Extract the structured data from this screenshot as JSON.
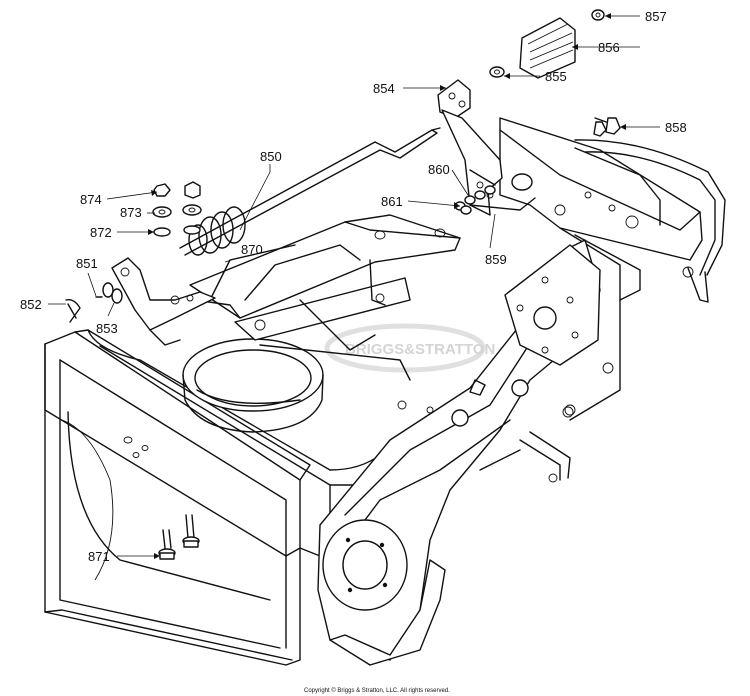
{
  "callouts": [
    {
      "id": "c857",
      "text": "857"
    },
    {
      "id": "c856",
      "text": "856"
    },
    {
      "id": "c855",
      "text": "855"
    },
    {
      "id": "c854",
      "text": "854"
    },
    {
      "id": "c858",
      "text": "858"
    },
    {
      "id": "c850",
      "text": "850"
    },
    {
      "id": "c860",
      "text": "860"
    },
    {
      "id": "c861",
      "text": "861"
    },
    {
      "id": "c874",
      "text": "874"
    },
    {
      "id": "c873",
      "text": "873"
    },
    {
      "id": "c872",
      "text": "872"
    },
    {
      "id": "c870",
      "text": "870"
    },
    {
      "id": "c859",
      "text": "859"
    },
    {
      "id": "c851",
      "text": "851"
    },
    {
      "id": "c852",
      "text": "852"
    },
    {
      "id": "c853",
      "text": "853"
    },
    {
      "id": "c871",
      "text": "871"
    }
  ],
  "watermark": "BRIGGS&STRATTON",
  "copyright": "Copyright © Briggs & Stratton, LLC. All rights reserved."
}
